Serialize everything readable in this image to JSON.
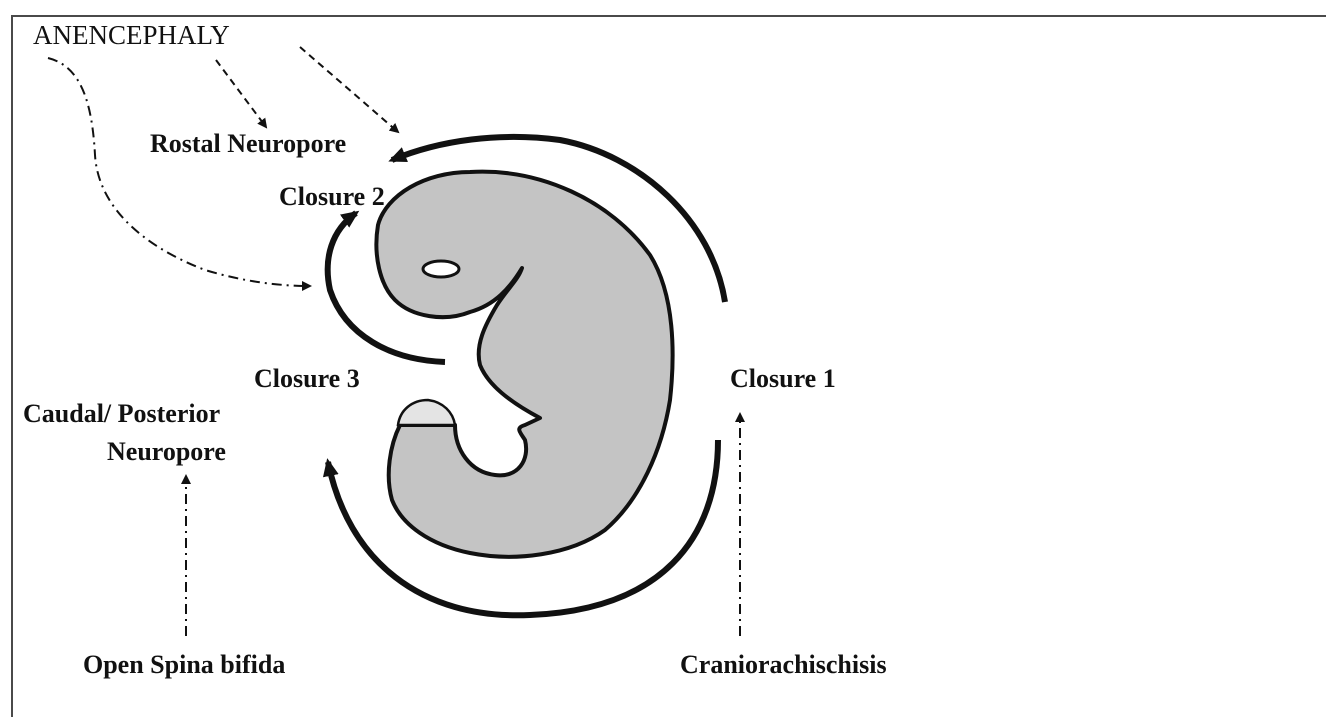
{
  "labels": {
    "anencephaly": "ANENCEPHALY",
    "rostral_neuropore": "Rostal Neuropore",
    "closure_2": "Closure 2",
    "closure_3": "Closure 3",
    "closure_1": "Closure 1",
    "caudal_line1": "Caudal/ Posterior",
    "caudal_line2": "Neuropore",
    "open_spina_bifida": "Open Spina bifida",
    "craniorachischisis": "Craniorachischisis"
  },
  "colors": {
    "embryo_fill": "#c4c4c4",
    "stroke": "#111111",
    "text": "#111111",
    "frame": "#4a4a4a"
  }
}
